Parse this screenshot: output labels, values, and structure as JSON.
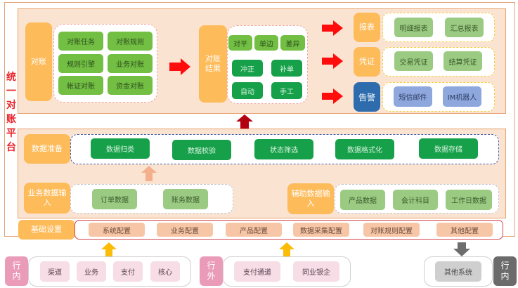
{
  "platform_label": "统一对账平台",
  "colors": {
    "red_arrow": "#ff0d0d",
    "dark_red_arrow": "#b30010",
    "peach_arrow": "#f4b08d",
    "yellow_arrow": "#fbbd07",
    "grey_arrow": "#6d6d6d",
    "alarm_blue": "#2e6cae"
  },
  "reconciliation": {
    "label": "对账",
    "items": [
      "对账任务",
      "对账规则",
      "规则引擎",
      "业务对账",
      "帐证对账",
      "资金对账"
    ]
  },
  "result": {
    "label": "对账结果",
    "status_items": [
      "对平",
      "单边",
      "差异"
    ],
    "action_items": [
      "冲正",
      "补单",
      "自动",
      "手工"
    ]
  },
  "outputs": [
    {
      "label": "报表",
      "items": [
        "明细报表",
        "汇总报表"
      ]
    },
    {
      "label": "凭证",
      "items": [
        "交易凭证",
        "结算凭证"
      ]
    },
    {
      "label": "告警",
      "items": [
        "短信邮件",
        "IM机器人"
      ]
    }
  ],
  "data_prep": {
    "label": "数据准备",
    "items": [
      "数据归类",
      "数据校验",
      "状态筛选",
      "数据格式化",
      "数据存储"
    ]
  },
  "business_input": {
    "label": "业务数据输入",
    "items": [
      "订单数据",
      "账务数据"
    ]
  },
  "aux_input": {
    "label": "辅助数据输入",
    "items": [
      "产品数据",
      "会计科目",
      "工作日数据"
    ]
  },
  "base_settings": {
    "label": "基础设置",
    "items": [
      "系统配置",
      "业务配置",
      "产品配置",
      "数据采集配置",
      "对账规则配置",
      "其他配置"
    ]
  },
  "internal_sources": {
    "label": "行内",
    "items": [
      "渠道",
      "业务",
      "支付",
      "核心"
    ]
  },
  "external_sources": {
    "label": "行外",
    "items": [
      "支付通道",
      "同业银企"
    ]
  },
  "other_internal": {
    "label": "行内",
    "items": [
      "其他系统"
    ]
  }
}
